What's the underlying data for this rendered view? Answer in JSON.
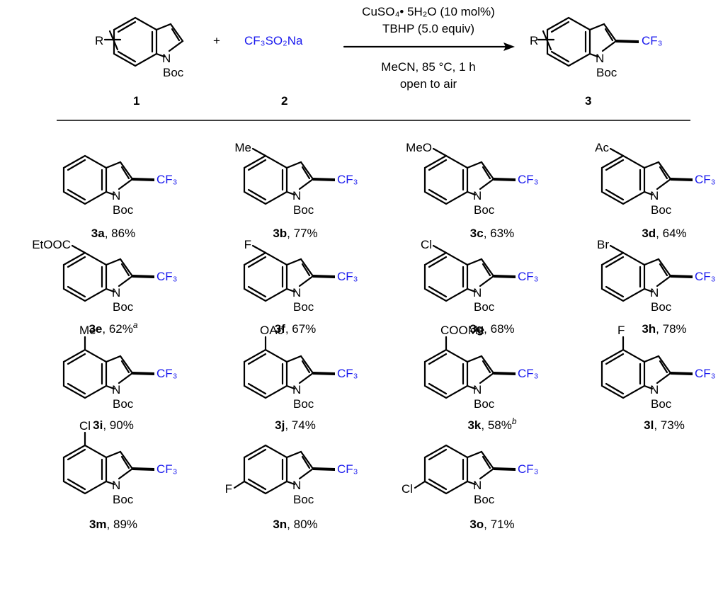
{
  "scheme": {
    "reactant1": {
      "number": "1",
      "substituent": "R",
      "N_label": "N",
      "protect": "Boc"
    },
    "plus": "+",
    "reactant2": {
      "number": "2",
      "label": "CF₃SO₂Na"
    },
    "conditions_above": [
      "CuSO₄• 5H₂O (10 mol%)",
      "TBHP (5.0 equiv)"
    ],
    "conditions_below": [
      "MeCN, 85 °C, 1 h",
      "open to air"
    ],
    "product": {
      "number": "3",
      "substituent": "R",
      "N_label": "N",
      "protect": "Boc",
      "group": "CF₃"
    }
  },
  "products": [
    {
      "id": "3a",
      "yield": ", 86%",
      "sup": "",
      "sub_label": "",
      "sub_pos": "none"
    },
    {
      "id": "3b",
      "yield": ", 77%",
      "sup": "",
      "sub_label": "Me",
      "sub_pos": "5"
    },
    {
      "id": "3c",
      "yield": ", 63%",
      "sup": "",
      "sub_label": "MeO",
      "sub_pos": "5"
    },
    {
      "id": "3d",
      "yield": ", 64%",
      "sup": "",
      "sub_label": "Ac",
      "sub_pos": "5"
    },
    {
      "id": "3e",
      "yield": ", 62%",
      "sup": "a",
      "sub_label": "EtOOC",
      "sub_pos": "5"
    },
    {
      "id": "3f",
      "yield": ", 67%",
      "sup": "",
      "sub_label": "F",
      "sub_pos": "5"
    },
    {
      "id": "3g",
      "yield": ", 68%",
      "sup": "",
      "sub_label": "Cl",
      "sub_pos": "5"
    },
    {
      "id": "3h",
      "yield": ", 78%",
      "sup": "",
      "sub_label": "Br",
      "sub_pos": "5"
    },
    {
      "id": "3i",
      "yield": ", 90%",
      "sup": "",
      "sub_label": "Me",
      "sub_pos": "4"
    },
    {
      "id": "3j",
      "yield": ", 74%",
      "sup": "",
      "sub_label": "OAc",
      "sub_pos": "4"
    },
    {
      "id": "3k",
      "yield": ", 58%",
      "sup": "b",
      "sub_label": "COOMe",
      "sub_pos": "4"
    },
    {
      "id": "3l",
      "yield": ", 73%",
      "sup": "",
      "sub_label": "F",
      "sub_pos": "4"
    },
    {
      "id": "3m",
      "yield": ", 89%",
      "sup": "",
      "sub_label": "Cl",
      "sub_pos": "4"
    },
    {
      "id": "3n",
      "yield": ", 80%",
      "sup": "",
      "sub_label": "F",
      "sub_pos": "6"
    },
    {
      "id": "3o",
      "yield": ", 71%",
      "sup": "",
      "sub_label": "Cl",
      "sub_pos": "6"
    }
  ],
  "common": {
    "N_label": "N",
    "protect": "Boc",
    "group": "CF₃"
  },
  "colors": {
    "cf3": "#1a1aee",
    "ink": "#000000"
  }
}
